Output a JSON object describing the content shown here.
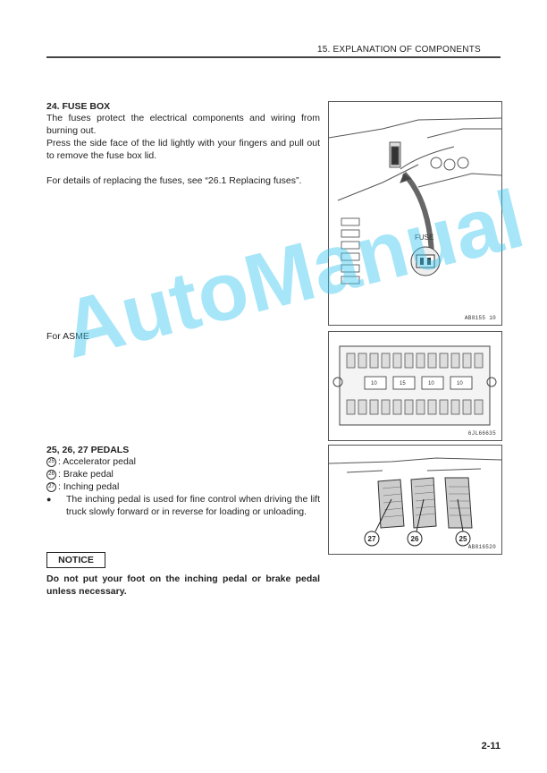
{
  "header": "15. EXPLANATION OF COMPONENTS",
  "section24": {
    "title": "24. FUSE BOX",
    "p1": "The fuses protect the electrical components and wiring from burning out.",
    "p2": "Press the side face of the lid lightly with your fingers and pull out to remove the fuse box lid.",
    "p3": "For details of replacing the fuses, see “26.1 Replacing fuses”.",
    "fig_label": "FUSE",
    "fig_code": "AB8155 10"
  },
  "asme": {
    "label": "For ASME",
    "fig_code": "6JL66635",
    "relay_labels": [
      "10",
      "15",
      "10",
      "10"
    ]
  },
  "section25": {
    "title": "25, 26, 27 PEDALS",
    "items": [
      {
        "num": "25",
        "text": ": Accelerator pedal"
      },
      {
        "num": "26",
        "text": ": Brake pedal"
      },
      {
        "num": "27",
        "text": ": Inching pedal"
      }
    ],
    "bullet": "The inching pedal is used for fine control when driving the lift truck slowly forward or in reverse for loading or unloading.",
    "fig_code": "AB816520",
    "callouts": [
      "27",
      "26",
      "25"
    ]
  },
  "notice": {
    "label": "NOTICE",
    "text": "Do not put your foot on the inching pedal or brake pedal unless necessary."
  },
  "watermark": "AutoManual",
  "page_number": "2-11"
}
